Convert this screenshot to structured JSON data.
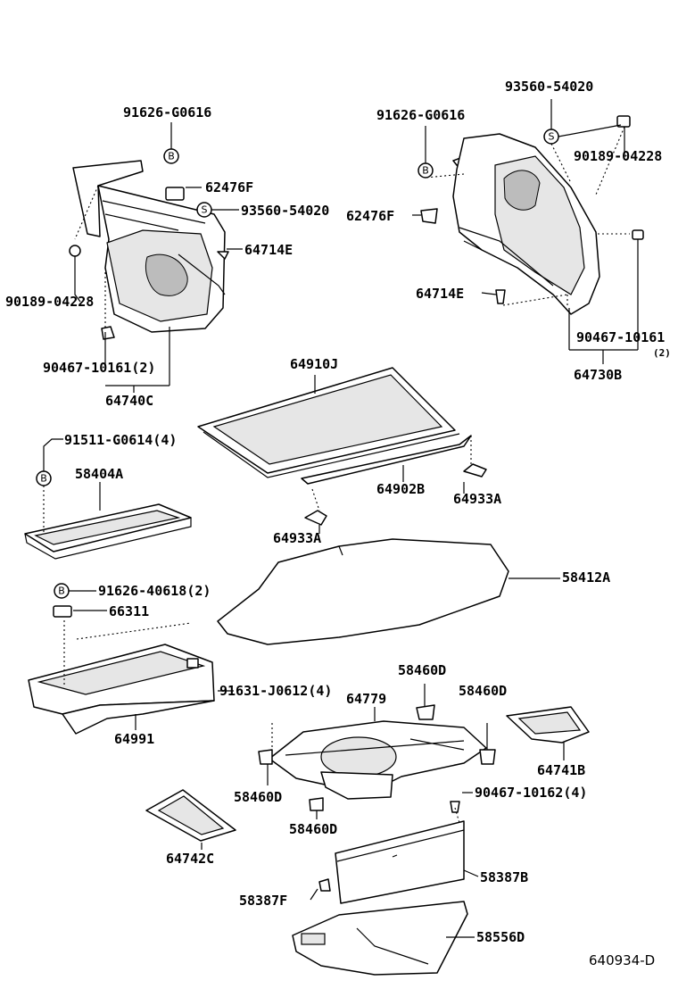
{
  "labels": {
    "p_91626_g0616_left": "91626-G0616",
    "p_91626_g0616_right": "91626-G0616",
    "p_93560_54020_top": "93560-54020",
    "p_93560_54020_left": "93560-54020",
    "p_90189_04228_right": "90189-04228",
    "p_90189_04228_left": "90189-04228",
    "p_62476f_left": "62476F",
    "p_62476f_right": "62476F",
    "p_64714e_left": "64714E",
    "p_64714e_right": "64714E",
    "p_90467_10161_right": "90467-10161",
    "p_90467_10161_right_qty": "(2)",
    "p_90467_10161_left": "90467-10161(2)",
    "p_64740c": "64740C",
    "p_64730b": "64730B",
    "p_64910j": "64910J",
    "p_91511_g0614": "91511-G0614(4)",
    "p_58404a": "58404A",
    "p_64902b": "64902B",
    "p_64933a_right": "64933A",
    "p_64933a_left": "64933A",
    "p_58412a": "58412A",
    "p_91626_40618": "91626-40618(2)",
    "p_66311": "66311",
    "p_58460d_top": "58460D",
    "p_58460d_right": "58460D",
    "p_91631_j0612": "91631-J0612(4)",
    "p_64779": "64779",
    "p_64991": "64991",
    "p_58460d_left": "58460D",
    "p_58460d_bottom": "58460D",
    "p_64741b": "64741B",
    "p_90467_10162": "90467-10162(4)",
    "p_64742c": "64742C",
    "p_58387b": "58387B",
    "p_58387f": "58387F",
    "p_58556d": "58556D",
    "diagram_code": "640934-D"
  },
  "symbols": {
    "b": "B",
    "s": "S"
  }
}
